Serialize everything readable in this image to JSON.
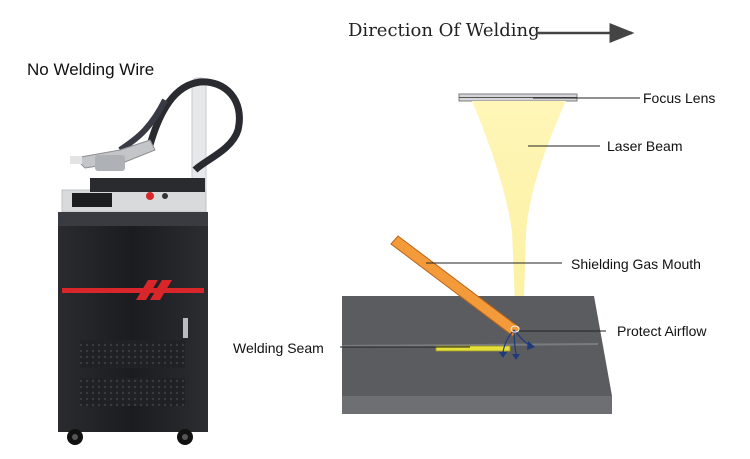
{
  "diagram": {
    "title": "Direction Of Welding",
    "subtitle": "No Welding Wire",
    "labels": {
      "focus_lens": "Focus Lens",
      "laser_beam": "Laser Beam",
      "shielding_gas_mouth": "Shielding Gas Mouth",
      "protect_airflow": "Protect Airflow",
      "welding_seam": "Welding Seam"
    },
    "colors": {
      "machine_body": "#1e1f22",
      "machine_top": "#d9dadc",
      "stripe": "#d8262b",
      "workpiece_top": "#5b5c60",
      "workpiece_front": "#6e6f73",
      "nozzle": "#f39a3b",
      "beam": "#fff3a6",
      "seam": "#e6e03a",
      "airflow_arrow": "#1d3a7a"
    }
  }
}
